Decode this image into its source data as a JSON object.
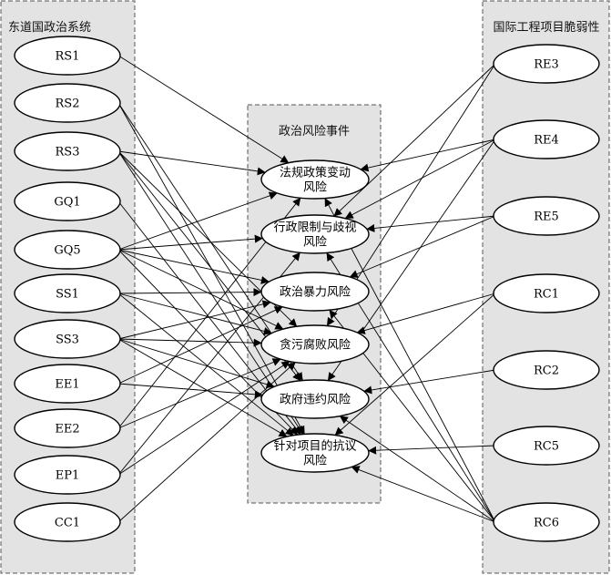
{
  "panels": {
    "left": {
      "title": "东道国政治系统"
    },
    "middle": {
      "title": "政治风险事件"
    },
    "right": {
      "title": "国际工程项目脆弱性"
    }
  },
  "nodes": {
    "left": [
      {
        "id": "RS1",
        "label": "RS1"
      },
      {
        "id": "RS2",
        "label": "RS2"
      },
      {
        "id": "RS3",
        "label": "RS3"
      },
      {
        "id": "GQ1",
        "label": "GQ1"
      },
      {
        "id": "GQ5",
        "label": "GQ5"
      },
      {
        "id": "SS1",
        "label": "SS1"
      },
      {
        "id": "SS3",
        "label": "SS3"
      },
      {
        "id": "EE1",
        "label": "EE1"
      },
      {
        "id": "EE2",
        "label": "EE2"
      },
      {
        "id": "EP1",
        "label": "EP1"
      },
      {
        "id": "CC1",
        "label": "CC1"
      }
    ],
    "middle": [
      {
        "id": "M1",
        "lines": [
          "法规政策变动",
          "风险"
        ]
      },
      {
        "id": "M2",
        "lines": [
          "行政限制与歧视",
          "风险"
        ]
      },
      {
        "id": "M3",
        "lines": [
          "政治暴力风险"
        ]
      },
      {
        "id": "M4",
        "lines": [
          "贪污腐败风险"
        ]
      },
      {
        "id": "M5",
        "lines": [
          "政府违约风险"
        ]
      },
      {
        "id": "M6",
        "lines": [
          "针对项目的抗议",
          "风险"
        ]
      }
    ],
    "right": [
      {
        "id": "RE3",
        "label": "RE3"
      },
      {
        "id": "RE4",
        "label": "RE4"
      },
      {
        "id": "RE5",
        "label": "RE5"
      },
      {
        "id": "RC1",
        "label": "RC1"
      },
      {
        "id": "RC2",
        "label": "RC2"
      },
      {
        "id": "RC5",
        "label": "RC5"
      },
      {
        "id": "RC6",
        "label": "RC6"
      }
    ]
  },
  "edges": [
    [
      "RS1",
      "M1"
    ],
    [
      "RS2",
      "M5"
    ],
    [
      "RS2",
      "M6"
    ],
    [
      "RS3",
      "M1"
    ],
    [
      "RS3",
      "M4"
    ],
    [
      "RS3",
      "M5"
    ],
    [
      "RS3",
      "M6"
    ],
    [
      "GQ1",
      "M6"
    ],
    [
      "GQ5",
      "M1"
    ],
    [
      "GQ5",
      "M2"
    ],
    [
      "GQ5",
      "M3"
    ],
    [
      "GQ5",
      "M4"
    ],
    [
      "GQ5",
      "M6"
    ],
    [
      "SS1",
      "M3"
    ],
    [
      "SS1",
      "M4"
    ],
    [
      "SS1",
      "M6"
    ],
    [
      "SS3",
      "M3"
    ],
    [
      "SS3",
      "M4"
    ],
    [
      "SS3",
      "M5"
    ],
    [
      "SS3",
      "M6"
    ],
    [
      "EE1",
      "M5"
    ],
    [
      "EE1",
      "M3"
    ],
    [
      "EE2",
      "M1"
    ],
    [
      "EE2",
      "M4"
    ],
    [
      "EP1",
      "M2"
    ],
    [
      "EP1",
      "M4"
    ],
    [
      "CC1",
      "M4"
    ],
    [
      "RE3",
      "M2"
    ],
    [
      "RE3",
      "M4"
    ],
    [
      "RE4",
      "M1"
    ],
    [
      "RE4",
      "M2"
    ],
    [
      "RE4",
      "M5"
    ],
    [
      "RE5",
      "M2"
    ],
    [
      "RE5",
      "M3"
    ],
    [
      "RC1",
      "M4"
    ],
    [
      "RC1",
      "M6"
    ],
    [
      "RC2",
      "M5"
    ],
    [
      "RC5",
      "M6"
    ],
    [
      "RC6",
      "M1"
    ],
    [
      "RC6",
      "M2"
    ],
    [
      "RC6",
      "M3"
    ],
    [
      "RC6",
      "M5"
    ],
    [
      "RC6",
      "M6"
    ]
  ]
}
